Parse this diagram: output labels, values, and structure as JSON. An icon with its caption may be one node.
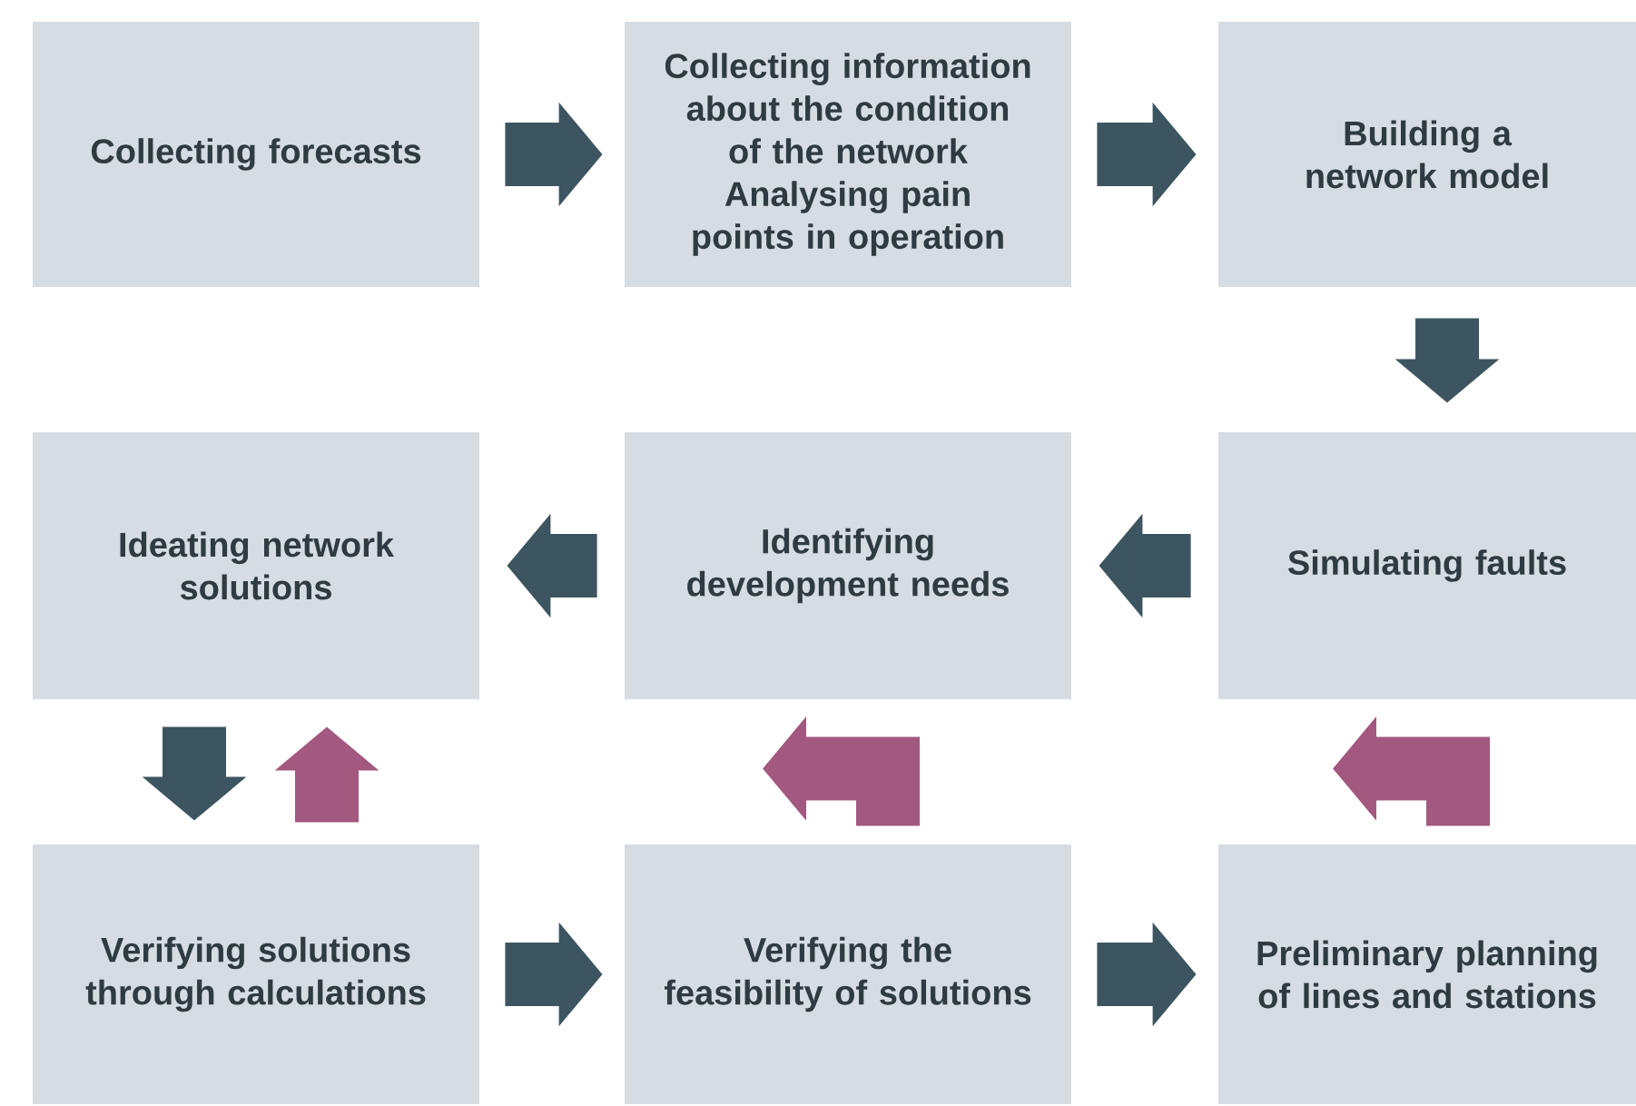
{
  "diagram": {
    "nodes": [
      {
        "text": [
          "Collecting forecasts"
        ]
      },
      {
        "text": [
          "Collecting information about the condition of the network",
          "Analysing pain points in operation"
        ]
      },
      {
        "text": [
          "Building a network model"
        ]
      },
      {
        "text": [
          "Ideating network solutions"
        ]
      },
      {
        "text": [
          "Identifying development needs"
        ]
      },
      {
        "text": [
          "Simulating faults"
        ]
      },
      {
        "text": [
          "Verifying solutions through calculations"
        ]
      },
      {
        "text": [
          "Verifying the feasibility of solutions"
        ]
      },
      {
        "text": [
          "Preliminary planning of lines and stations"
        ]
      }
    ],
    "edges": [
      {
        "from": 0,
        "to": 1,
        "arrow": "to"
      },
      {
        "from": 1,
        "to": 2,
        "arrow": "to"
      },
      {
        "from": 2,
        "to": 5,
        "arrow": "to"
      },
      {
        "from": 5,
        "to": 4,
        "arrow": "to"
      },
      {
        "from": 4,
        "to": 3,
        "arrow": "to"
      },
      {
        "from": 3,
        "to": 6,
        "arrow": "to"
      },
      {
        "from": 6,
        "to": 3,
        "arrow": "to",
        "color": "#a2587f"
      },
      {
        "from": 6,
        "to": 7,
        "arrow": "to"
      },
      {
        "from": 7,
        "to": 8,
        "arrow": "to"
      },
      {
        "from": 7,
        "to": 4,
        "arrow": "to",
        "color": "#a2587f"
      },
      {
        "from": 8,
        "to": 5,
        "arrow": "to",
        "color": "#a2587f"
      }
    ]
  }
}
